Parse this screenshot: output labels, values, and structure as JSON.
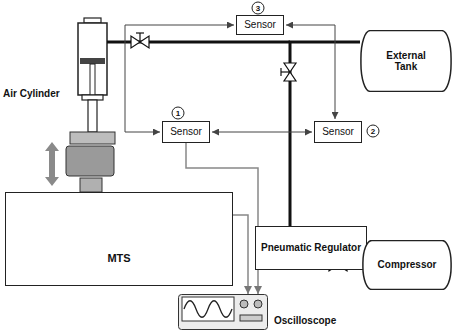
{
  "diagram": {
    "nodes": [
      {
        "text": [
          "Sensor"
        ]
      },
      {
        "text": [
          "External Tank"
        ]
      },
      {
        "text": [
          "Sensor"
        ]
      },
      {
        "text": [
          "Sensor"
        ]
      },
      {
        "text": [
          "MTS"
        ]
      },
      {
        "text": [
          "Pneumatic Regulator"
        ]
      },
      {
        "text": [
          "Compressor"
        ]
      },
      {
        "text": [
          "Oscilloscope"
        ]
      }
    ],
    "edges": [
      {
        "from": 1,
        "to": 5,
        "arrow": "none"
      },
      {
        "from": 5,
        "to": 6,
        "arrow": "none"
      },
      {
        "from": 2,
        "to": 7,
        "arrow": "to"
      },
      {
        "from": 4,
        "to": 7,
        "arrow": "to"
      }
    ],
    "labels": [
      "Air Cylinder",
      "1",
      "2",
      "3"
    ]
  }
}
